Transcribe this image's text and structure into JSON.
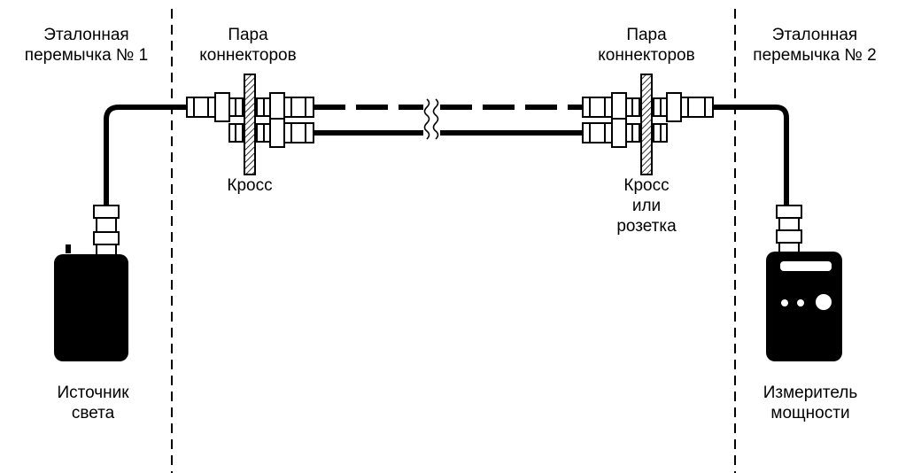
{
  "labels": {
    "ref_jumper_1": [
      "Эталонная",
      "перемычка № 1"
    ],
    "ref_jumper_2": [
      "Эталонная",
      "перемычка № 2"
    ],
    "connector_pair_left": [
      "Пара",
      "коннекторов"
    ],
    "connector_pair_right": [
      "Пара",
      "коннекторов"
    ],
    "cross_left": "Кросс",
    "cross_right": [
      "Кросс",
      "или",
      "розетка"
    ],
    "light_source": [
      "Источник",
      "света"
    ],
    "power_meter": [
      "Измеритель",
      "мощности"
    ]
  },
  "icons": [
    "light-source-device",
    "power-meter-device",
    "connector-pair-left",
    "connector-pair-right",
    "patch-panel-left",
    "patch-panel-right",
    "fiber-line-break"
  ],
  "colors": {
    "line": "#000000",
    "background": "#ffffff"
  }
}
